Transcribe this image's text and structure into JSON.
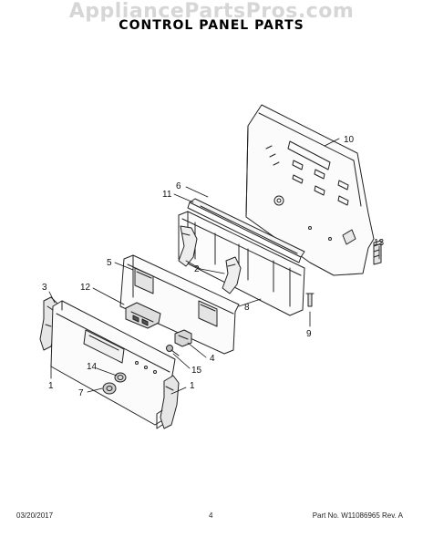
{
  "watermark": "AppliancePartsPros.com",
  "title": "CONTROL PANEL PARTS",
  "callouts": {
    "c10": "10",
    "c6": "6",
    "c11": "11",
    "c13": "13",
    "c2": "2",
    "c5": "5",
    "c8": "8",
    "c9": "9",
    "c3": "3",
    "c12": "12",
    "c4": "4",
    "c15": "15",
    "c14": "14",
    "c7": "7",
    "c1_left": "1",
    "c1_right": "1"
  },
  "footer": {
    "date": "03/20/2017",
    "page": "4",
    "part": "Part No. W11086965  Rev. A"
  }
}
